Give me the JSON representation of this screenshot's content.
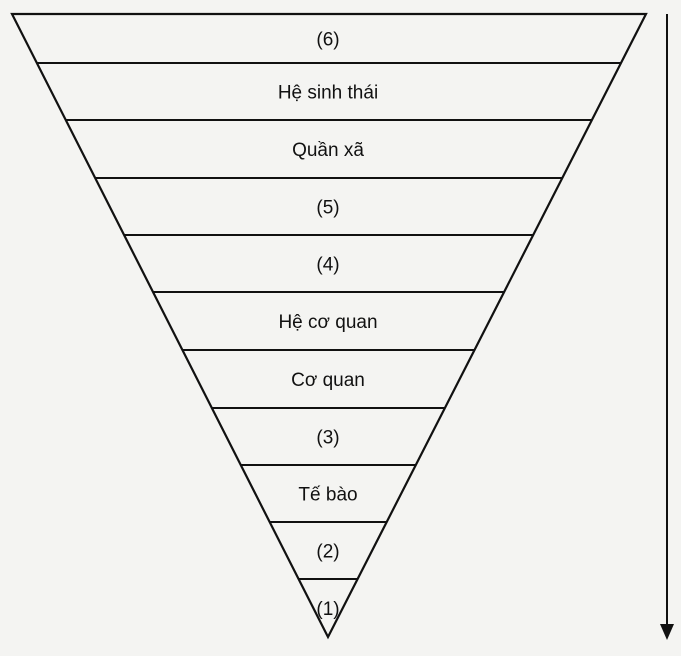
{
  "diagram": {
    "levels": [
      {
        "label": "(6)"
      },
      {
        "label": "Hệ sinh thái"
      },
      {
        "label": "Quần xã"
      },
      {
        "label": "(5)"
      },
      {
        "label": "(4)"
      },
      {
        "label": "Hệ cơ quan"
      },
      {
        "label": "Cơ quan"
      },
      {
        "label": "(3)"
      },
      {
        "label": "Tế bào"
      },
      {
        "label": "(2)"
      },
      {
        "label": "(1)"
      }
    ],
    "colors": {
      "line": "#111111",
      "background": "#f4f4f2"
    },
    "direction_arrow": "down-arrow"
  }
}
